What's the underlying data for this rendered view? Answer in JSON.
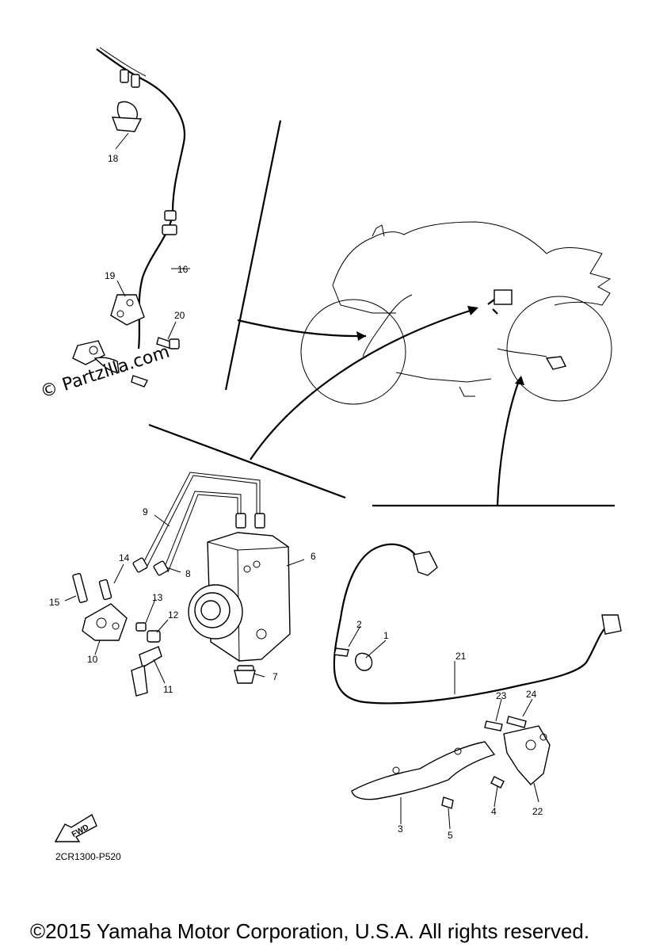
{
  "watermark": "© Partzilla.com",
  "diagram_code": "2CR1300-P520",
  "copyright": "©2015 Yamaha Motor Corporation, U.S.A. All rights reserved.",
  "fwd_label": "FWD",
  "callouts": {
    "c1": "1",
    "c2": "2",
    "c3": "3",
    "c4": "4",
    "c5": "5",
    "c6": "6",
    "c7": "7",
    "c8": "8",
    "c9": "9",
    "c10": "10",
    "c11": "11",
    "c12": "12",
    "c13": "13",
    "c14": "14",
    "c15": "15",
    "c16": "16",
    "c18": "18",
    "c19": "19",
    "c20": "20",
    "c21": "21",
    "c22": "22",
    "c23": "23",
    "c24": "24"
  }
}
